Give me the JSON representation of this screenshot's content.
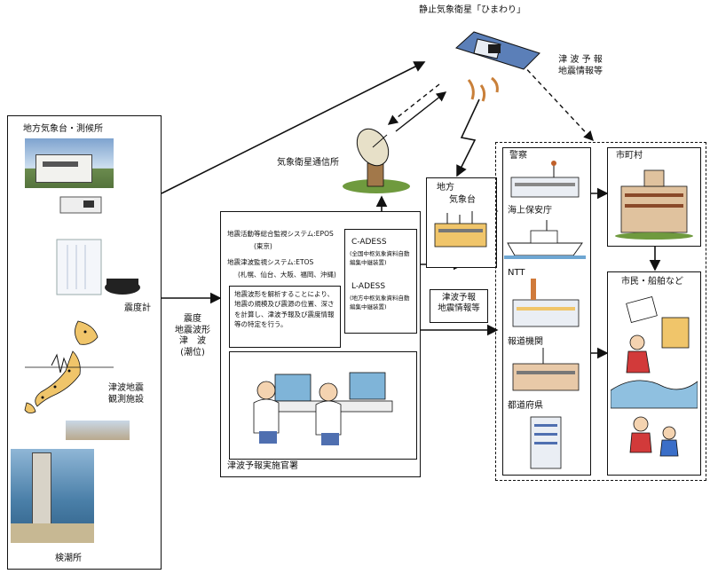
{
  "satellite": {
    "label": "静止気象衛星「ひまわり」"
  },
  "tsunami_info_top": {
    "line1": "津 波 予 報",
    "line2": "地震情報等"
  },
  "left_panel": {
    "title": "地方気象台・測候所",
    "seismometer": "震度計",
    "tsunami_station_line1": "津波地震",
    "tsunami_station_line2": "観測施設",
    "tide_station": "検潮所"
  },
  "flow_label": {
    "line1": "震度",
    "line2": "地震波形",
    "line3": "津　波",
    "line4": "(潮位)"
  },
  "ground_station": {
    "label": "気象衛星通信所"
  },
  "local_office": {
    "line1": "地方",
    "line2": "気象台"
  },
  "center": {
    "epos": "地震活動等総合監視システム:EPOS",
    "epos_loc": "(東京)",
    "etos": "地震津波監視システム:ETOS",
    "etos_loc": "(札幌、仙台、大阪、福岡、沖縄)",
    "analysis": [
      "地震波形を解析することにより、",
      "地震の規模及び震源の位置、深さ",
      "を計算し、津波予報及び震度情報",
      "等の特定を行う。"
    ],
    "title": "津波予報実施官署"
  },
  "adess": {
    "c": "C-ADESS",
    "c_desc": [
      "(全国中枢気象資料自動",
      "編集中継装置)"
    ],
    "l": "L-ADESS",
    "l_desc": [
      "(地方中枢気象資料自動",
      "編集中継装置)"
    ]
  },
  "tsunami_info_mid": {
    "line1": "津波予報",
    "line2": "地震情報等"
  },
  "recipients": {
    "police": "警察",
    "coast_guard": "海上保安庁",
    "ntt": "NTT",
    "media": "報道機関",
    "prefecture": "都道府県"
  },
  "municipality": {
    "label": "市町村"
  },
  "citizens": {
    "label": "市民・船舶など"
  }
}
